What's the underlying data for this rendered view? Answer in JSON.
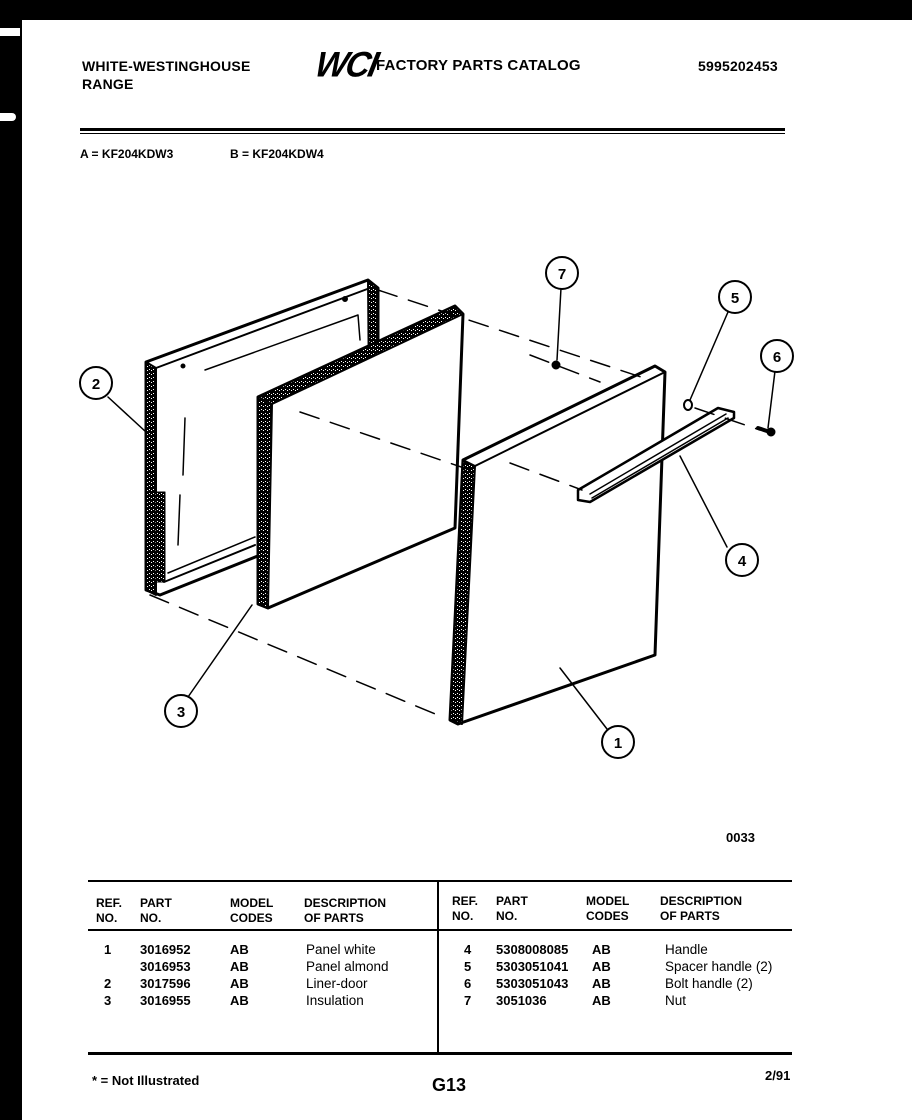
{
  "header": {
    "brand_line1": "WHITE-WESTINGHOUSE",
    "brand_line2": "RANGE",
    "logo_text": "WCI",
    "catalog_title": "FACTORY PARTS CATALOG",
    "catalog_number": "5995202453"
  },
  "models": {
    "a": "A = KF204KDW3",
    "b": "B = KF204KDW4"
  },
  "diagram": {
    "figure_code": "0033",
    "callouts": [
      "1",
      "2",
      "3",
      "4",
      "5",
      "6",
      "7"
    ]
  },
  "table": {
    "headers": {
      "ref_no": [
        "REF.",
        "NO."
      ],
      "part_no": [
        "PART",
        "NO."
      ],
      "model_codes": [
        "MODEL",
        "CODES"
      ],
      "description": [
        "DESCRIPTION",
        "OF PARTS"
      ]
    },
    "left_rows": [
      {
        "ref": "1",
        "part": "3016952",
        "codes": "AB",
        "desc": "Panel white"
      },
      {
        "ref": "",
        "part": "3016953",
        "codes": "AB",
        "desc": "Panel almond"
      },
      {
        "ref": "2",
        "part": "3017596",
        "codes": "AB",
        "desc": "Liner-door"
      },
      {
        "ref": "3",
        "part": "3016955",
        "codes": "AB",
        "desc": "Insulation"
      }
    ],
    "right_rows": [
      {
        "ref": "4",
        "part": "5308008085",
        "codes": "AB",
        "desc": "Handle"
      },
      {
        "ref": "5",
        "part": "5303051041",
        "codes": "AB",
        "desc": "Spacer handle (2)"
      },
      {
        "ref": "6",
        "part": "5303051043",
        "codes": "AB",
        "desc": "Bolt handle (2)"
      },
      {
        "ref": "7",
        "part": "3051036",
        "codes": "AB",
        "desc": "Nut"
      }
    ]
  },
  "footer": {
    "note": "* = Not Illustrated",
    "page": "G13",
    "date": "2/91"
  }
}
